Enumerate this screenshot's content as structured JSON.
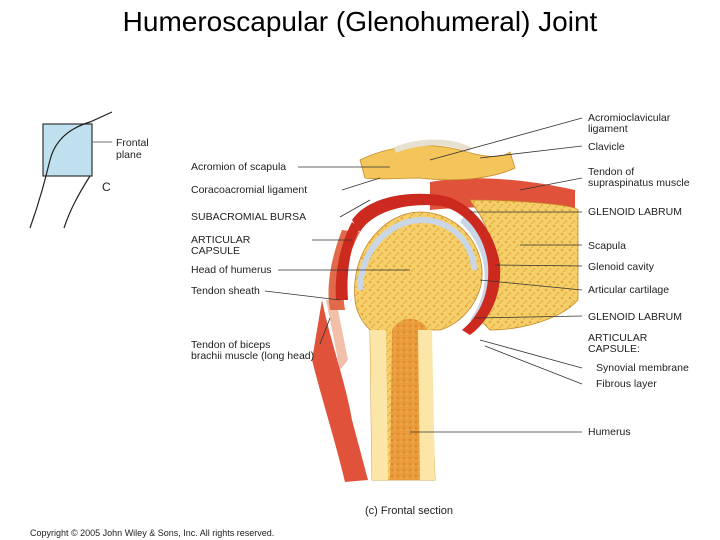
{
  "title": "Humeroscapular (Glenohumeral) Joint",
  "inset": {
    "label_line1": "Frontal",
    "label_line2": "plane",
    "marker": "C"
  },
  "labels_left": {
    "acromion": "Acromion of scapula",
    "coracoacromial": "Coracoacromial ligament",
    "subacromial_bursa": "SUBACROMIAL BURSA",
    "articular_capsule_1": "ARTICULAR",
    "articular_capsule_2": "CAPSULE",
    "head_of_humerus": "Head of humerus",
    "tendon_sheath": "Tendon sheath",
    "tendon_biceps_1": "Tendon of biceps",
    "tendon_biceps_2": "brachii muscle (long head)"
  },
  "labels_right": {
    "acromioclavicular_1": "Acromioclavicular",
    "acromioclavicular_2": "ligament",
    "clavicle": "Clavicle",
    "supraspinatus_1": "Tendon of",
    "supraspinatus_2": "supraspinatus muscle",
    "glenoid_labrum_top": "GLENOID LABRUM",
    "scapula": "Scapula",
    "glenoid_cavity": "Glenoid cavity",
    "articular_cartilage": "Articular cartilage",
    "glenoid_labrum_bottom": "GLENOID LABRUM",
    "articular_capsule_1": "ARTICULAR",
    "articular_capsule_2": "CAPSULE:",
    "synovial_membrane": "Synovial membrane",
    "fibrous_layer": "Fibrous layer",
    "humerus": "Humerus"
  },
  "caption": "(c) Frontal section",
  "copyright": "Copyright © 2005 John Wiley & Sons, Inc.  All rights reserved.",
  "colors": {
    "bone": "#f3c55a",
    "bone_light": "#fbe6a8",
    "marrow": "#e79a3a",
    "muscle": "#e0533a",
    "cartilage": "#c9d6e6",
    "capsule": "#cc2a1e",
    "tendon": "#e9e2cc",
    "inset_fill": "#bfe0ee"
  }
}
